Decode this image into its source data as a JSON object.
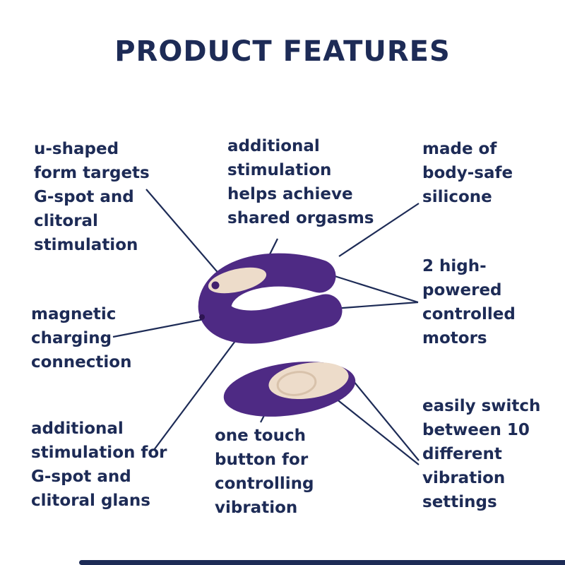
{
  "colors": {
    "background": "#ffffff",
    "text_navy": "#1d2b56",
    "product_purple": "#4e2a84",
    "product_purple_dark": "#41216e",
    "product_cream": "#eddcca",
    "connector": "#1d2b56"
  },
  "header": {
    "title": "PRODUCT FEATURES"
  },
  "features": [
    {
      "id": "u-shaped-form",
      "text": "u-shaped\nform targets\nG-spot and\nclitoral\nstimulation"
    },
    {
      "id": "additional-stimulation-shared",
      "text": "additional\nstimulation\nhelps achieve\nshared orgasms"
    },
    {
      "id": "body-safe-silicone",
      "text": "made of\nbody-safe\nsilicone"
    },
    {
      "id": "magnetic-charging",
      "text": "magnetic\ncharging\nconnection"
    },
    {
      "id": "high-powered-motors",
      "text": "2 high-\npowered\ncontrolled\nmotors"
    },
    {
      "id": "additional-stimulation-gspot",
      "text": "additional\nstimulation for\nG-spot and\nclitoral glans"
    },
    {
      "id": "one-touch-button",
      "text": "one touch\nbutton for\ncontrolling\nvibration"
    },
    {
      "id": "vibration-settings",
      "text": "easily switch\nbetween 10\ndifferent\nvibration\nsettings"
    }
  ]
}
